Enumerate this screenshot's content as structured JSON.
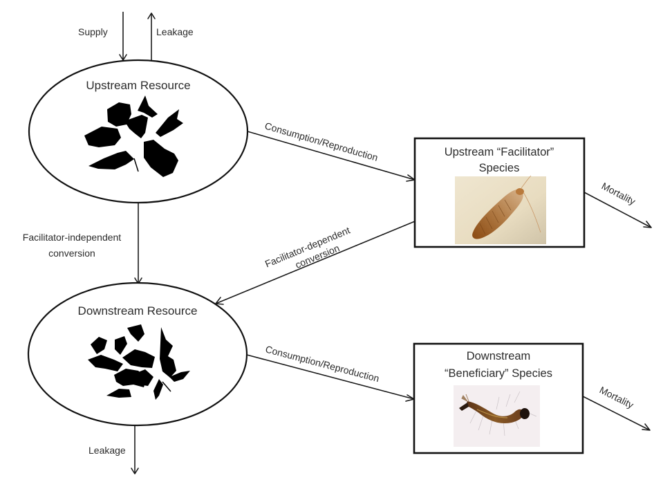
{
  "diagram": {
    "nodes": {
      "upstream_resource": {
        "label": "Upstream Resource",
        "icon": "leaf-litter-icon"
      },
      "downstream_resource": {
        "label": "Downstream Resource",
        "icon": "leaf-fragments-icon"
      },
      "upstream_species": {
        "label_line1": "Upstream “Facilitator”",
        "label_line2": "Species",
        "image": "caddisfly-larva-photo"
      },
      "downstream_species": {
        "label_line1": "Downstream",
        "label_line2": "“Beneficiary” Species",
        "image": "mosquito-larva-photo"
      }
    },
    "edges": {
      "supply": "Supply",
      "upstream_leakage": "Leakage",
      "upstream_consumption": "Consumption/Reproduction",
      "upstream_mortality": "Mortality",
      "independent_conversion_line1": "Facilitator-independent",
      "independent_conversion_line2": "conversion",
      "dependent_conversion_line1": "Facilitator-dependent",
      "dependent_conversion_line2": "conversion",
      "downstream_consumption": "Consumption/Reproduction",
      "downstream_mortality": "Mortality",
      "downstream_leakage": "Leakage"
    }
  }
}
